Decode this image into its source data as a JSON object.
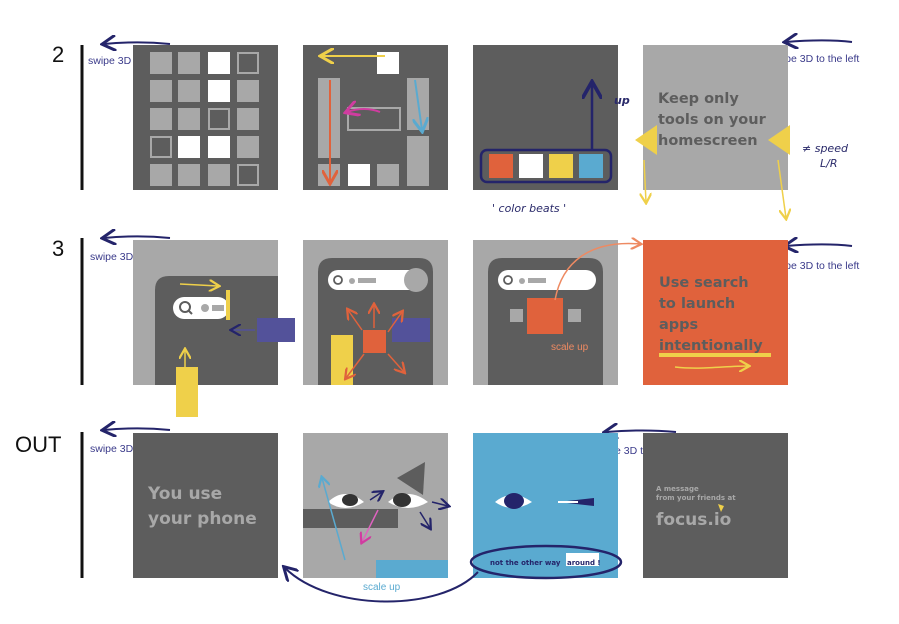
{
  "rows": [
    {
      "label": "2"
    },
    {
      "label": "3"
    },
    {
      "label": "OUT"
    }
  ],
  "swipe_note": "swipe 3D to the left",
  "row2": {
    "color_beats_note": "' color beats '",
    "up_note": "up",
    "speed_note": "≠ speed",
    "speed_note2": "L/R",
    "card4_lines": [
      "Keep only",
      "tools on your",
      "homescreen"
    ]
  },
  "row3": {
    "scale_up_note": "scale up",
    "card4_lines": [
      "Use search",
      "to launch",
      "apps",
      "intentionally"
    ]
  },
  "row_out": {
    "card1_lines": [
      "You use",
      "your phone"
    ],
    "card2_scale_note": "scale up",
    "card3_note": "not the other way",
    "card3_note_highlight": "around !",
    "card4_small_lines": [
      "A message",
      "from your friends at"
    ],
    "card4_brand": "focus.io"
  },
  "colors": {
    "dark_gray": "#5d5d5d",
    "mid_gray": "#a8a8a8",
    "orange": "#e0623c",
    "yellow": "#efd04a",
    "blue": "#5aaad0",
    "navy": "#24246a",
    "purple": "#53529a",
    "light_orange": "#ee8a62"
  }
}
